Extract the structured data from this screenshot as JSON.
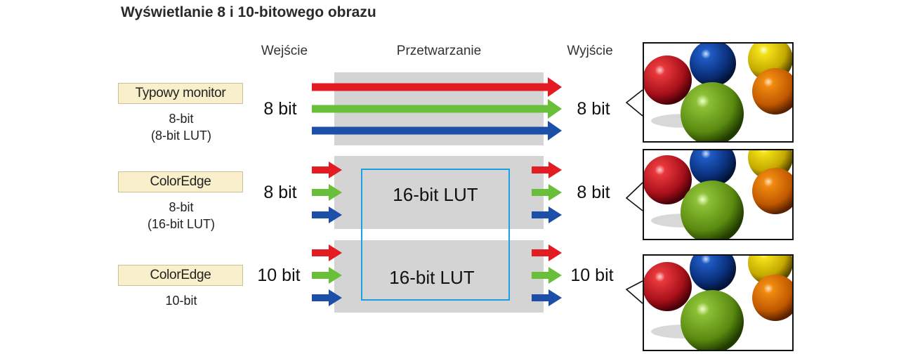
{
  "title": "Wyświetlanie 8 i 10-bitowego obrazu",
  "columns": {
    "input": "Wejście",
    "processing": "Przetwarzanie",
    "output": "Wyjście"
  },
  "rows": [
    {
      "device": "Typowy monitor",
      "line1": "8-bit",
      "line2": "(8-bit LUT)",
      "input_bits": "8 bit",
      "output_bits": "8 bit"
    },
    {
      "device": "ColorEdge",
      "line1": "8-bit",
      "line2": "(16-bit LUT)",
      "input_bits": "8 bit",
      "output_bits": "8 bit",
      "lut": "16-bit LUT"
    },
    {
      "device": "ColorEdge",
      "line1": "10-bit",
      "input_bits": "10 bit",
      "output_bits": "10 bit",
      "lut": "16-bit LUT"
    }
  ],
  "colors": {
    "red": "#e31b23",
    "green": "#6abf3a",
    "blue": "#1c4fa8",
    "lut_border": "#1aa0e0",
    "label_bg": "#f9efcb",
    "processing_bg": "#d4d4d4"
  },
  "icons": [
    "arrow-red",
    "arrow-green",
    "arrow-blue",
    "speech-pointer",
    "color-balls-image"
  ]
}
